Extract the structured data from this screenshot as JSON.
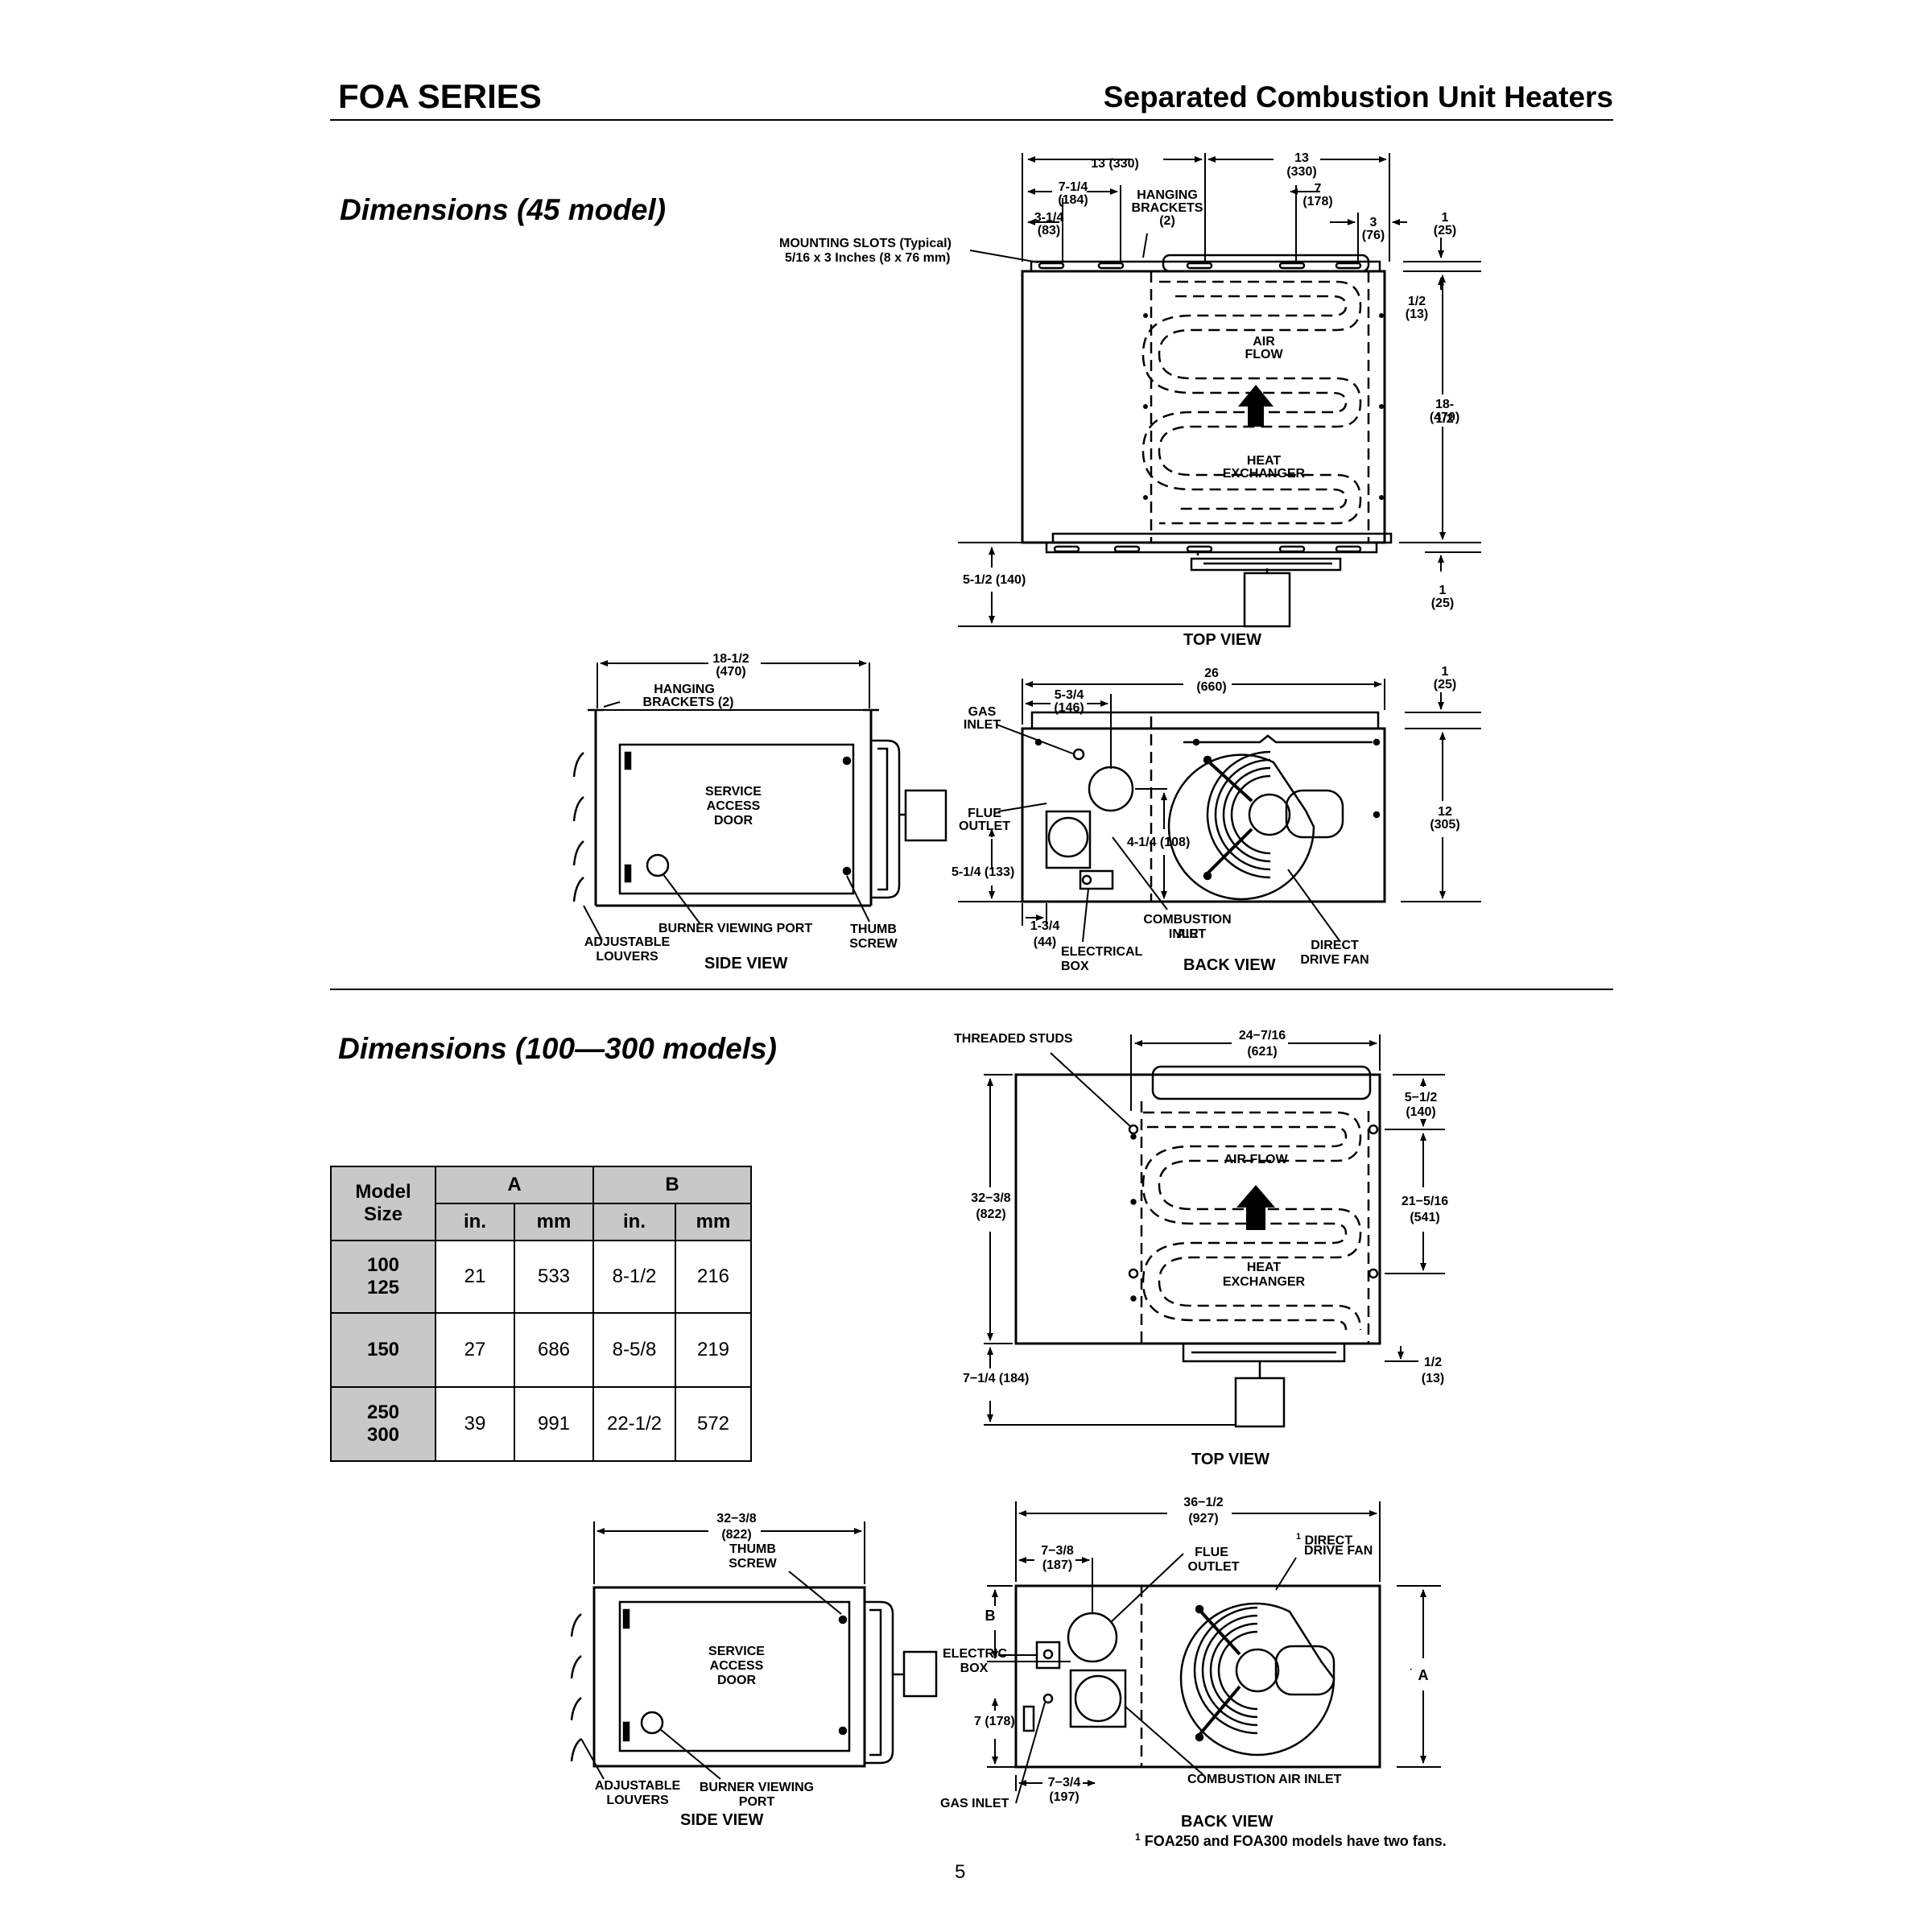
{
  "header": {
    "series": "FOA SERIES",
    "title": "Separated Combustion Unit Heaters"
  },
  "section_45": {
    "title": "Dimensions (45 model)",
    "top_view": {
      "title": "TOP VIEW",
      "labels": {
        "d13_330_left": "13 (330)",
        "d13": "13",
        "d330": "(330)",
        "d7_1_4": "7-1/4",
        "d184": "(184)",
        "hanging": "HANGING",
        "brackets": "BRACKETS",
        "two": "(2)",
        "d7": "7",
        "d178": "(178)",
        "d3_1_4": "3-1/4",
        "d83": "(83)",
        "d3": "3",
        "d76": "(76)",
        "d1": "1",
        "d25": "(25)",
        "mounting": "MOUNTING SLOTS (Typical)",
        "mounting_size": "5/16 x 3 Inches (8 x 76 mm)",
        "d1_2": "1/2",
        "d13mm": "(13)",
        "air": "AIR",
        "flow": "FLOW",
        "d18_1_2": "18-1/2",
        "d470": "(470)",
        "heat": "HEAT",
        "exchanger": "EXCHANGER",
        "d5_1_2": "5-1/2 (140)",
        "d1b": "1",
        "d25b": "(25)"
      }
    },
    "side_view": {
      "title": "SIDE VIEW",
      "labels": {
        "d18_1_2": "18-1/2",
        "d470": "(470)",
        "hanging": "HANGING",
        "brackets": "BRACKETS (2)",
        "service": "SERVICE",
        "access": "ACCESS",
        "door": "DOOR",
        "burner": "BURNER VIEWING PORT",
        "thumb": "THUMB",
        "screw": "SCREW",
        "adjustable": "ADJUSTABLE",
        "louvers": "LOUVERS"
      }
    },
    "back_view": {
      "title": "BACK VIEW",
      "labels": {
        "d26": "26",
        "d660": "(660)",
        "d1": "1",
        "d25": "(25)",
        "d5_3_4": "5-3/4",
        "d146": "(146)",
        "gas": "GAS",
        "inlet": "INLET",
        "flue": "FLUE",
        "outlet": "OUTLET",
        "d12": "12",
        "d305": "(305)",
        "d4_1_4": "4-1/4 (108)",
        "d5_1_4": "5-1/4 (133)",
        "d1_3_4": "1-3/4",
        "d44": "(44)",
        "combustion": "COMBUSTION AIR",
        "comb_inlet": "INLET",
        "electrical": "ELECTRICAL",
        "box": "BOX",
        "direct": "DIRECT",
        "drive_fan": "DRIVE FAN"
      }
    }
  },
  "section_100": {
    "title": "Dimensions (100—300 models)",
    "table": {
      "h_model": "Model",
      "h_size": "Size",
      "h_a": "A",
      "h_b": "B",
      "u_in": "in.",
      "u_mm": "mm",
      "u_in2": "in.",
      "u_mm2": "mm",
      "rows": [
        {
          "m1": "100",
          "m2": "125",
          "a_in": "21",
          "a_mm": "533",
          "b_in": "8-1/2",
          "b_mm": "216"
        },
        {
          "m1": "150",
          "m2": "",
          "a_in": "27",
          "a_mm": "686",
          "b_in": "8-5/8",
          "b_mm": "219"
        },
        {
          "m1": "250",
          "m2": "300",
          "a_in": "39",
          "a_mm": "991",
          "b_in": "22-1/2",
          "b_mm": "572"
        }
      ]
    },
    "top_view": {
      "title": "TOP VIEW",
      "labels": {
        "studs": "THREADED STUDS",
        "d24": "24−7/16",
        "d621": "(621)",
        "d5_1_2": "5−1/2",
        "d140": "(140)",
        "d32": "32−3/8",
        "d822": "(822)",
        "airflow": "AIR FLOW",
        "d21": "21−5/16",
        "d541": "(541)",
        "heat": "HEAT",
        "exchanger": "EXCHANGER",
        "d7_1_4": "7−1/4 (184)",
        "d1_2": "1/2",
        "d13": "(13)"
      }
    },
    "side_view": {
      "title": "SIDE VIEW",
      "labels": {
        "d32": "32−3/8",
        "d822": "(822)",
        "thumb": "THUMB",
        "screw": "SCREW",
        "service": "SERVICE",
        "access": "ACCESS",
        "door": "DOOR",
        "adjustable": "ADJUSTABLE",
        "louvers": "LOUVERS",
        "burner": "BURNER VIEWING",
        "port": "PORT"
      }
    },
    "back_view": {
      "title": "BACK VIEW",
      "labels": {
        "d36": "36−1/2",
        "d927": "(927)",
        "d7_3_8": "7−3/8",
        "d187": "(187)",
        "flue": "FLUE",
        "outlet": "OUTLET",
        "sup1": "1",
        "direct": "DIRECT",
        "drive_fan": "DRIVE FAN",
        "b": "B",
        "electric": "ELECTRIC",
        "box": "BOX",
        "a": "A",
        "d7": "7 (178)",
        "d7_3_4": "7−3/4",
        "d197": "(197)",
        "gas_inlet": "GAS INLET",
        "combustion": "COMBUSTION AIR INLET"
      }
    },
    "footnote_mark": "1",
    "footnote": "FOA250 and FOA300 models have two fans."
  },
  "page_number": "5"
}
